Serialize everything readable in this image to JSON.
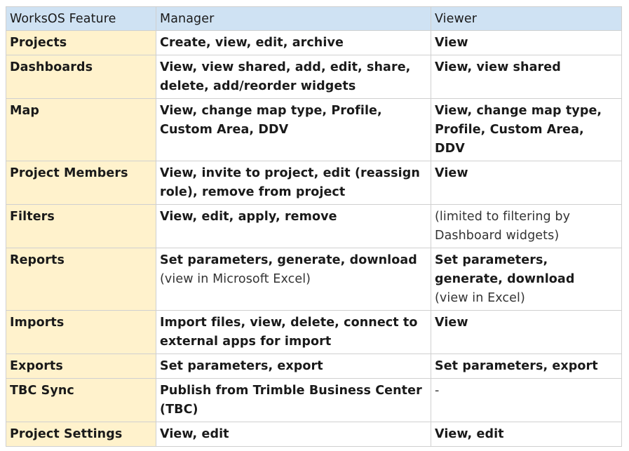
{
  "headers": {
    "feature": "WorksOS Feature",
    "manager": "Manager",
    "viewer": "Viewer"
  },
  "rows": [
    {
      "feature": "Projects",
      "manager_bold": "Create, view, edit, archive",
      "manager_note": "",
      "viewer_bold": "View",
      "viewer_note": ""
    },
    {
      "feature": "Dashboards",
      "manager_bold": "View, view shared, add, edit, share, delete, add/reorder widgets",
      "manager_note": "",
      "viewer_bold": "View, view shared",
      "viewer_note": ""
    },
    {
      "feature": "Map",
      "manager_bold": "View, change map type, Profile, Custom Area, DDV",
      "manager_note": "",
      "viewer_bold": "View, change map type, Profile, Custom Area, DDV",
      "viewer_note": ""
    },
    {
      "feature": "Project Members",
      "manager_bold": "View, invite to project, edit (reassign role), remove from project",
      "manager_note": "",
      "viewer_bold": "View",
      "viewer_note": ""
    },
    {
      "feature": "Filters",
      "manager_bold": "View, edit, apply, remove",
      "manager_note": "",
      "viewer_bold": "",
      "viewer_note": "(limited to filtering by Dashboard widgets)"
    },
    {
      "feature": "Reports",
      "manager_bold": "Set parameters, generate, download",
      "manager_note": "(view in Microsoft Excel)",
      "viewer_bold": "Set parameters, generate, download",
      "viewer_note": "(view in Excel)"
    },
    {
      "feature": "Imports",
      "manager_bold": "Import files, view, delete, connect to external apps for import",
      "manager_note": "",
      "viewer_bold": "View",
      "viewer_note": ""
    },
    {
      "feature": "Exports",
      "manager_bold": "Set parameters, export",
      "manager_note": "",
      "viewer_bold": "Set parameters, export",
      "viewer_note": ""
    },
    {
      "feature": "TBC Sync",
      "manager_bold": "Publish from Trimble Business Center (TBC)",
      "manager_note": "",
      "viewer_bold": "",
      "viewer_note": "-"
    },
    {
      "feature": "Project Settings",
      "manager_bold": "View, edit",
      "manager_note": "",
      "viewer_bold": "View, edit",
      "viewer_note": ""
    }
  ],
  "colors": {
    "header_bg": "#cfe2f3",
    "feature_bg": "#fff2cc",
    "border": "#d0d0d0"
  }
}
